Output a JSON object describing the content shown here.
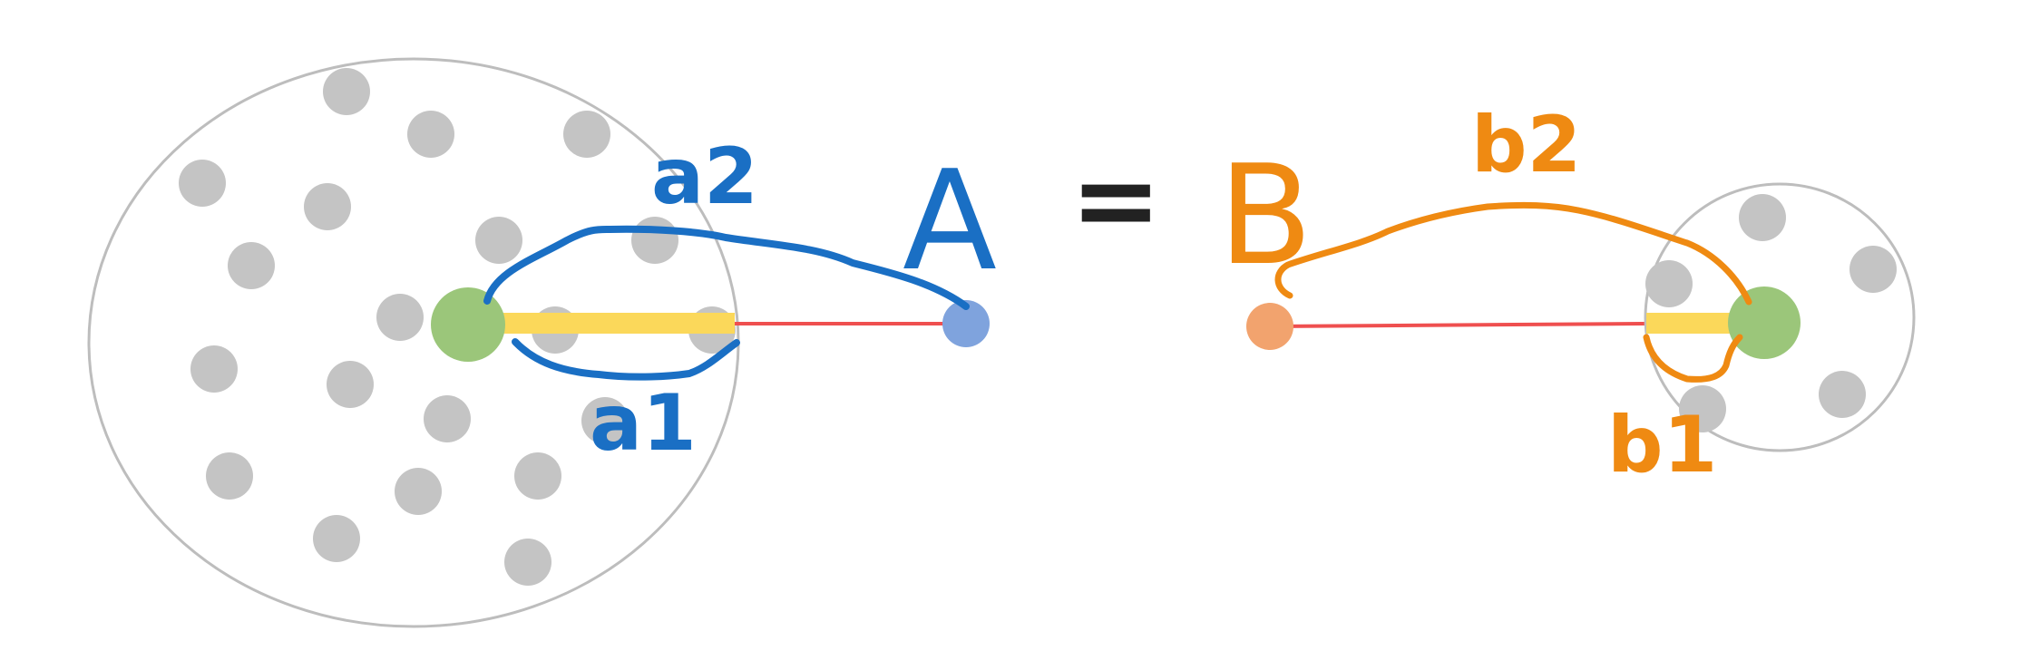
{
  "labels": {
    "a1": "a1",
    "a2": "a2",
    "A": "A",
    "equals": "=",
    "B": "B",
    "b1": "b1",
    "b2": "b2"
  },
  "colors": {
    "background": "#ffffff",
    "cluster_outline": "#bdbdbd",
    "cluster_point": "#c4c4c4",
    "centroid": "#9bc67a",
    "point_a": "#7fa3dd",
    "point_b": "#f2a36e",
    "distance_line": "#ef4f4f",
    "radius_bar": "#fbd85a",
    "ink_a": "#1a6fc4",
    "ink_b": "#ef8a12",
    "ink_equals": "#222222"
  }
}
